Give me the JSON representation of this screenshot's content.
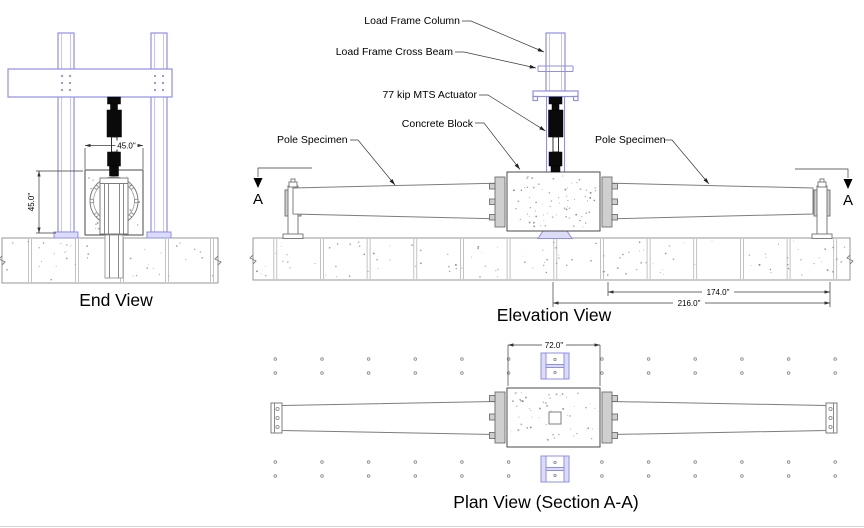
{
  "drawing": {
    "colors": {
      "frame_blue": "#8f8fe8",
      "frame_blue_fill": "#dcdcf8",
      "steel_gray": "#7d7d7d",
      "concrete_speckle": "#8c8c8c",
      "actuator_black": "#0a0a0a"
    },
    "views": {
      "end": {
        "title": "End View",
        "dim_width": "45.0\"",
        "dim_height": "45.0\""
      },
      "elevation": {
        "title": "Elevation View",
        "labels": {
          "load_frame_column": "Load Frame Column",
          "load_frame_cross_beam": "Load Frame Cross Beam",
          "actuator": "77 kip  MTS Actuator",
          "concrete_block": "Concrete Block",
          "pole_specimen": "Pole Specimen"
        },
        "section_letter": "A",
        "dims": {
          "d174": "174.0\"",
          "d216": "216.0\""
        }
      },
      "plan": {
        "title": "Plan View (Section A-A)",
        "dim_width": "72.0\""
      }
    }
  }
}
